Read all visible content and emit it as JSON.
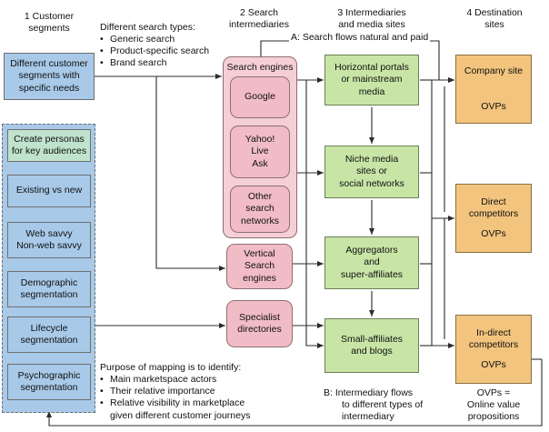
{
  "headers": {
    "col1": [
      "1 Customer",
      "segments"
    ],
    "col2": [
      "2 Search",
      "intermediaries"
    ],
    "col3": [
      "3 Intermediaries",
      "and media sites"
    ],
    "col4": [
      "4 Destination",
      "sites"
    ]
  },
  "segments": {
    "main": [
      "Different customer",
      "segments with",
      "specific needs"
    ],
    "personas": [
      "Create personas",
      "for key audiences"
    ],
    "items": [
      [
        "Existing vs new"
      ],
      [
        "Web savvy",
        "Non-web savvy"
      ],
      [
        "Demographic",
        "segmentation"
      ],
      [
        "Lifecycle",
        "segmentation"
      ],
      [
        "Psychographic",
        "segmentation"
      ]
    ]
  },
  "search_types": {
    "title": "Different search types:",
    "items": [
      "Generic search",
      "Product-specific search",
      "Brand search"
    ]
  },
  "flow_a": "A:  Search flows natural and paid",
  "search_engines": {
    "title": "Search engines",
    "items": [
      [
        "Google"
      ],
      [
        "Yahoo!",
        "Live",
        "Ask"
      ],
      [
        "Other",
        "search",
        "networks"
      ]
    ]
  },
  "vertical": [
    "Vertical",
    "Search",
    "engines"
  ],
  "specialist": [
    "Specialist",
    "directories"
  ],
  "intermediaries": [
    [
      "Horizontal portals",
      "or mainstream",
      "media"
    ],
    [
      "Niche media",
      "sites or",
      "social networks"
    ],
    [
      "Aggregators",
      "and",
      "super-affiliates"
    ],
    [
      "Small-affiliates",
      "and blogs"
    ]
  ],
  "flow_b": [
    "B:  Intermediary flows",
    "to different types of",
    "intermediary"
  ],
  "destinations": [
    [
      "Company site",
      "",
      "OVPs"
    ],
    [
      "Direct",
      "competitors",
      "",
      "OVPs"
    ],
    [
      "In-direct",
      "competitors",
      "",
      "OVPs"
    ]
  ],
  "ovp_note": [
    "OVPs =",
    "Online value",
    "propositions"
  ],
  "purpose": {
    "title": "Purpose of mapping is to identify:",
    "items": [
      "Main marketspace actors",
      "Their relative importance",
      "Relative visibility in marketplace"
    ],
    "continuation": "given different customer journeys"
  },
  "colors": {
    "blue": "#a8c9e8",
    "teal": "#bfe3cc",
    "pink": "#f1bcc5",
    "green": "#c8e5a6",
    "orange": "#f2c47d",
    "line": "#2b2b2b"
  }
}
